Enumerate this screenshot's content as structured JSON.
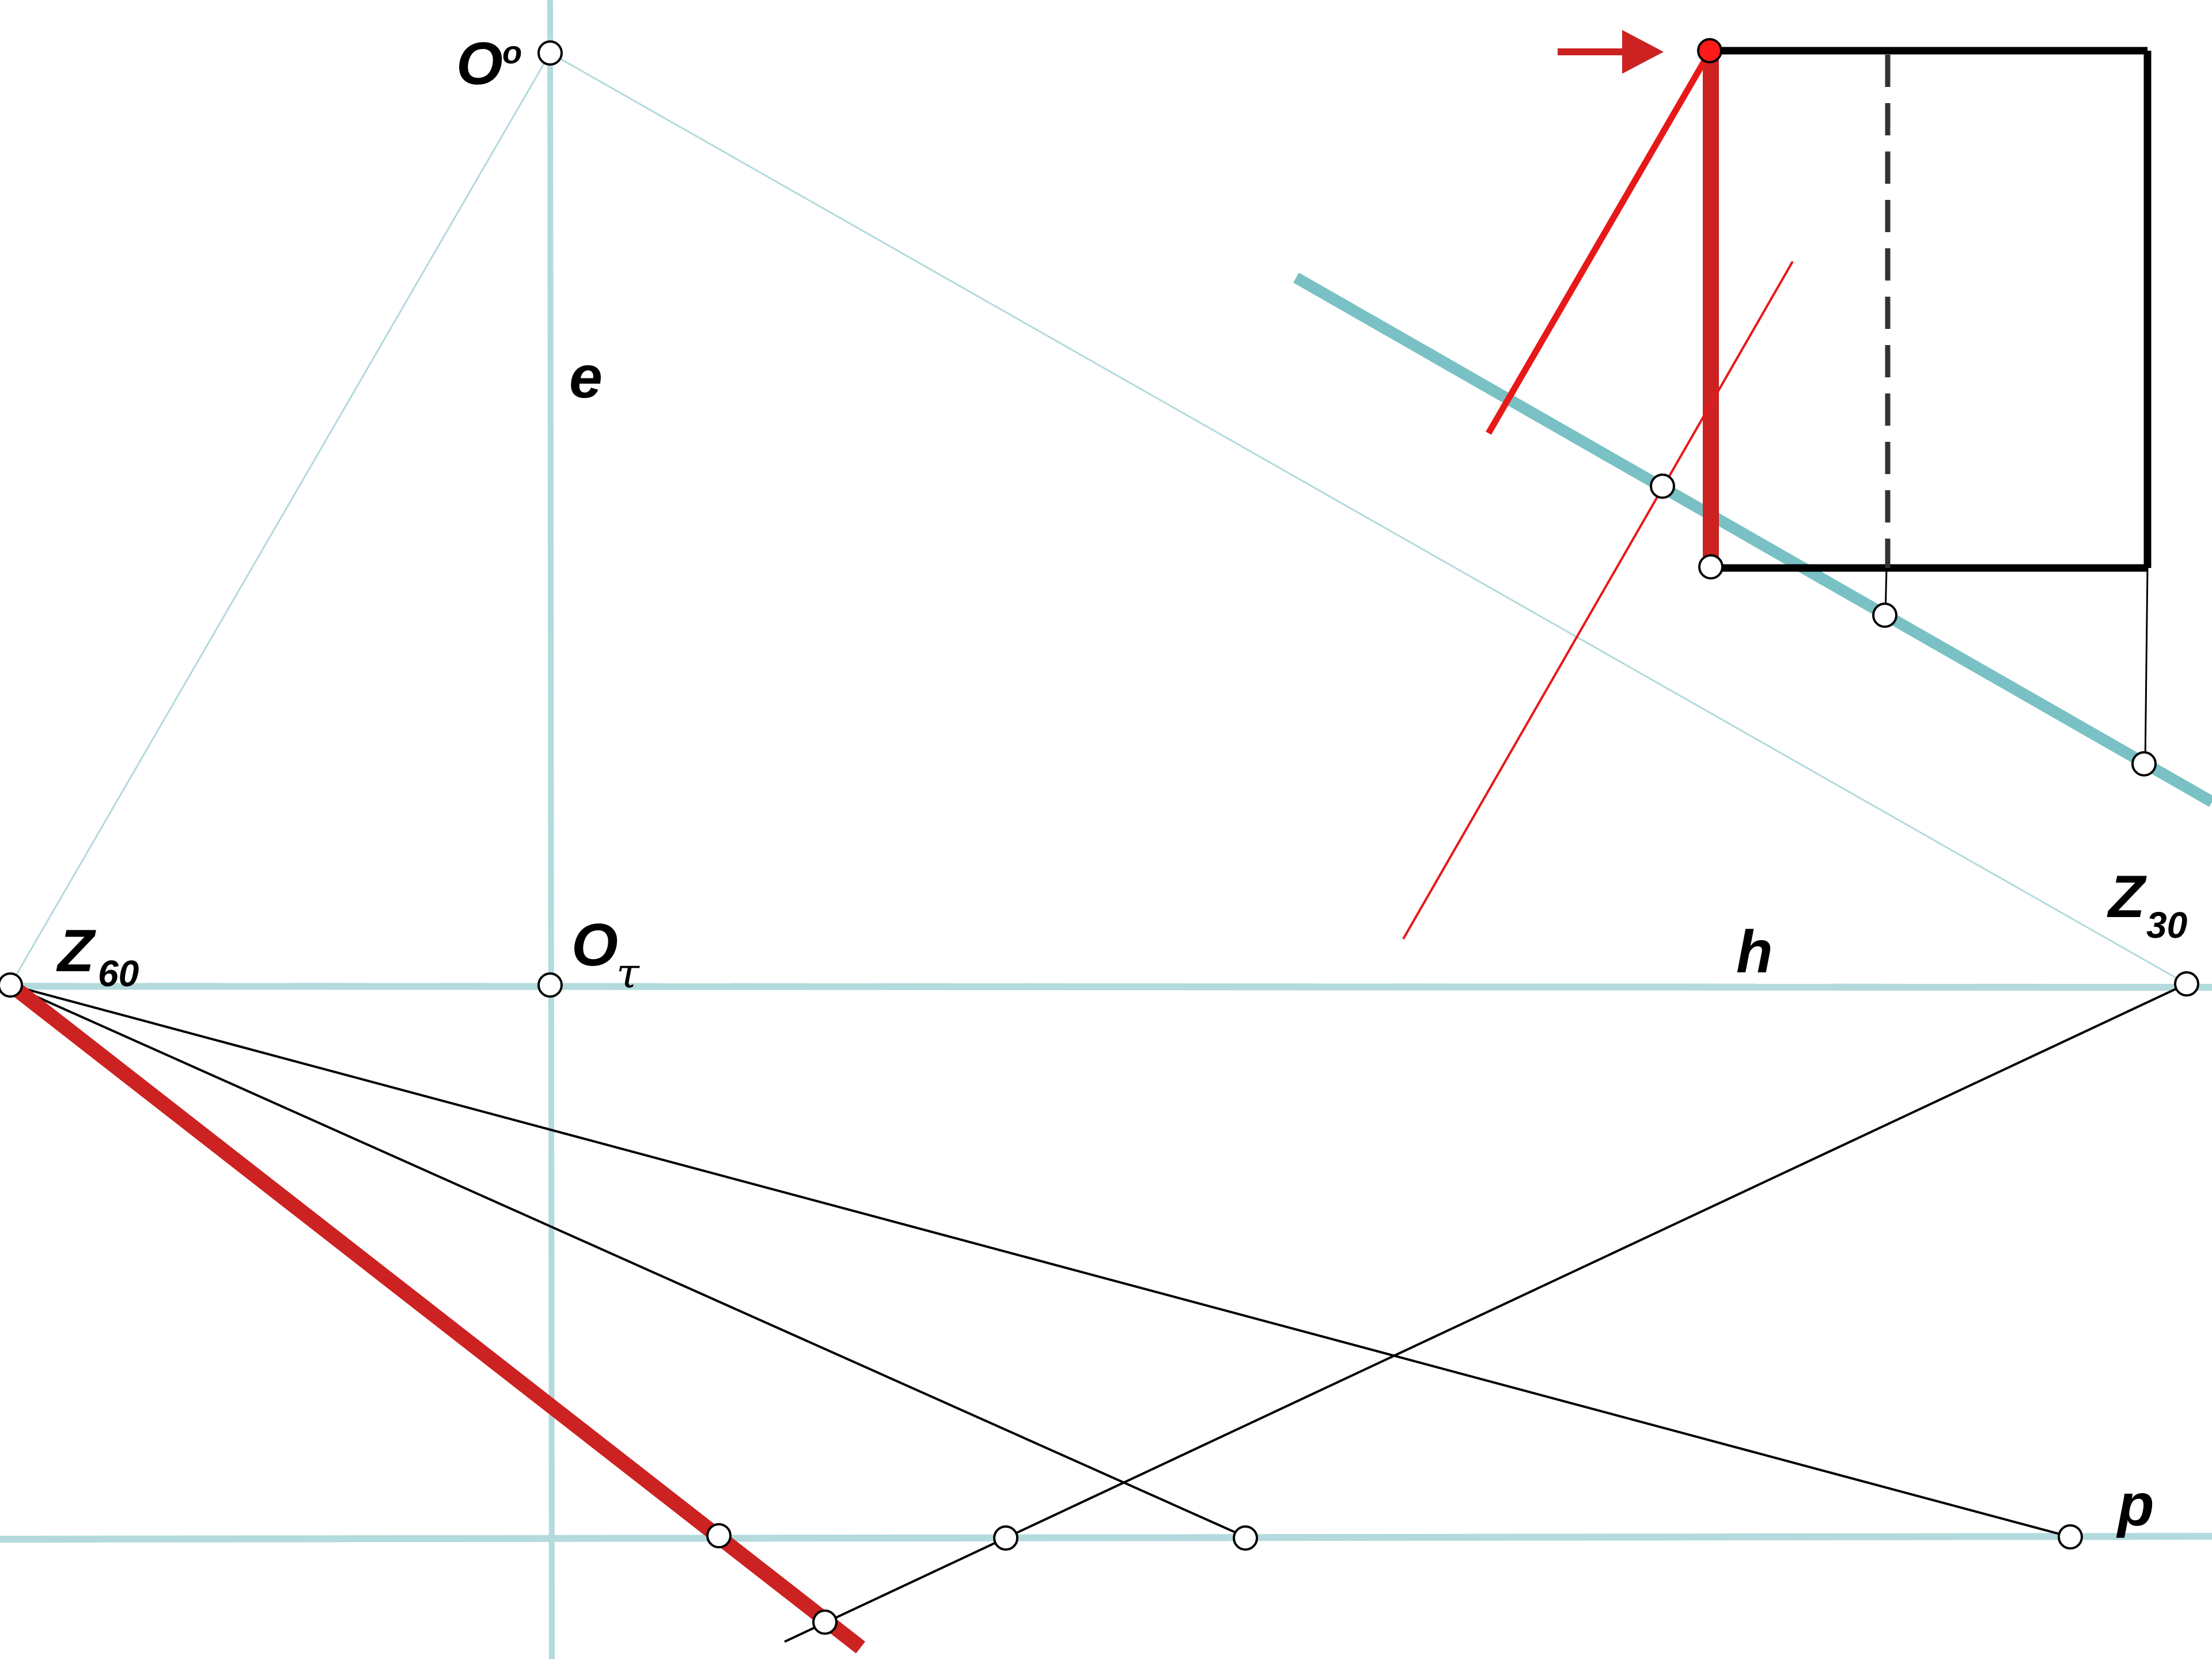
{
  "labels": {
    "o_zero_main": "O",
    "o_zero_sup": "o",
    "e": "e",
    "z60_main": "Z",
    "z60_sub": "60",
    "o_tau_main": "O",
    "o_tau_sub": "τ",
    "h": "h",
    "z30_main": "Z",
    "z30_sub": "30",
    "p": "p"
  },
  "colors": {
    "guide": "#b3dadd",
    "guide_thick": "#79c1c5",
    "construction": "#000000",
    "highlight": "#cc2222",
    "highlight_bright": "#e81818",
    "point_fill": "#ffffff",
    "point_red": "#ff1a1a"
  }
}
